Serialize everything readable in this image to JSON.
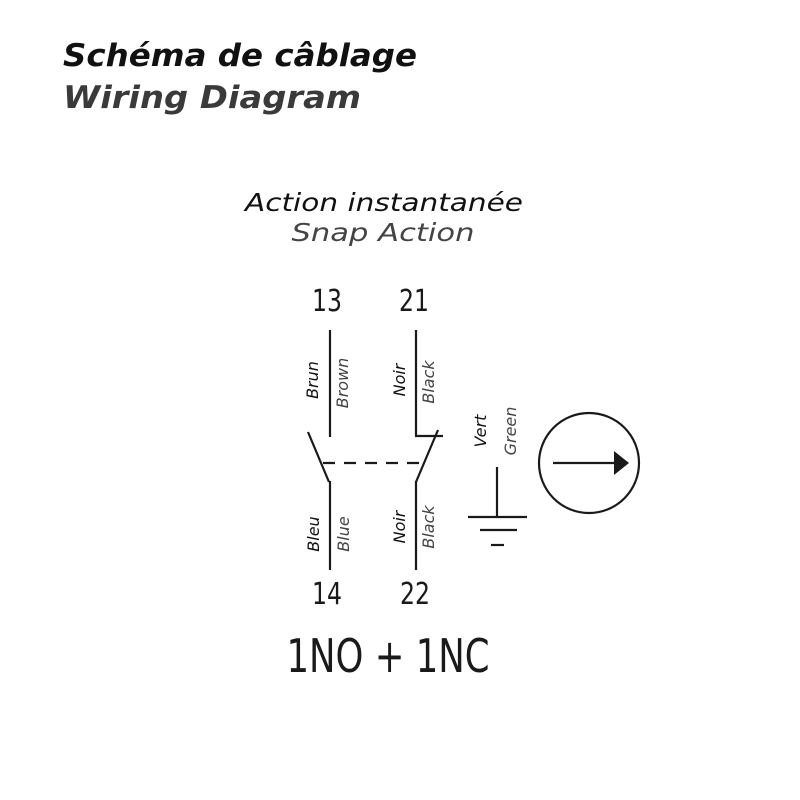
{
  "header": {
    "title_fr": "Schéma de câblage",
    "title_en": "Wiring Diagram"
  },
  "subtitle": {
    "fr": "Action instantanée",
    "en": "Snap Action"
  },
  "terminals": {
    "t13": "13",
    "t21": "21",
    "t14": "14",
    "t22": "22"
  },
  "wires": {
    "t13": {
      "fr": "Brun",
      "en": "Brown"
    },
    "t21": {
      "fr": "Noir",
      "en": "Black"
    },
    "t14": {
      "fr": "Bleu",
      "en": "Blue"
    },
    "t22": {
      "fr": "Noir",
      "en": "Black"
    },
    "ground": {
      "fr": "Vert",
      "en": "Green"
    }
  },
  "contact_config": "1NO + 1NC",
  "colors": {
    "line": "#1a1a1a",
    "secondary_text": "#444444"
  },
  "icons": [
    "ground-symbol",
    "direction-arrow-circle"
  ]
}
